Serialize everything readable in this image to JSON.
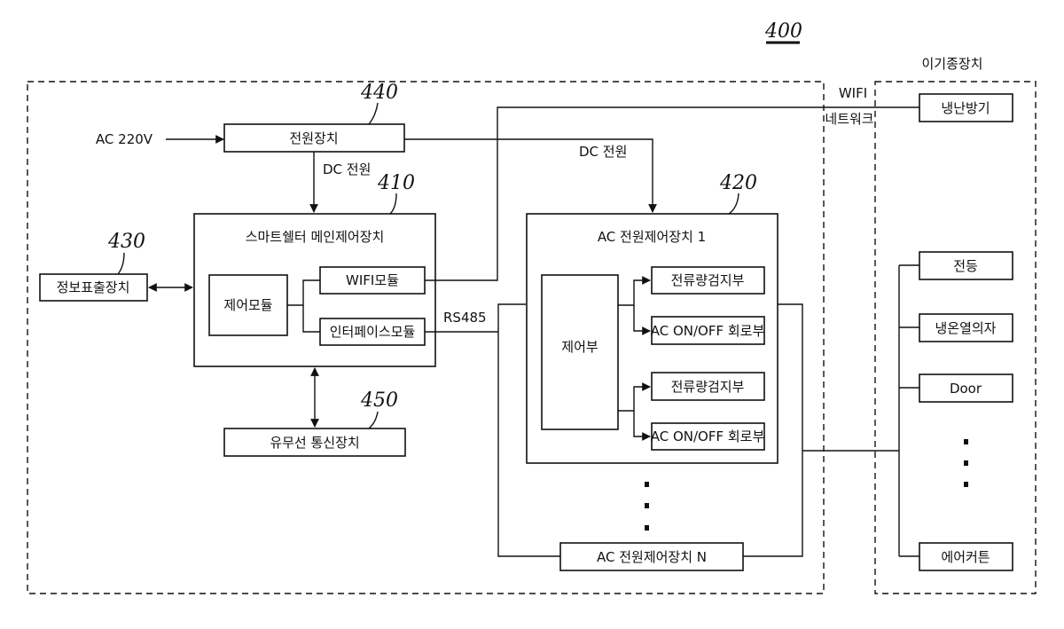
{
  "figure": {
    "number": "400",
    "external_title": "이기종장치",
    "labels": {
      "ac_in": "AC 220V",
      "dc1": "DC 전원",
      "dc2": "DC 전원",
      "rs485": "RS485",
      "wifi1": "WIFI",
      "wifi2": "네트워크",
      "dots": "⋮"
    },
    "refs": {
      "power": "440",
      "main": "410",
      "info": "430",
      "comm": "450",
      "acunit": "420"
    },
    "blocks": {
      "power": "전원장치",
      "main_title": "스마트쉘터 메인제어장치",
      "control_module": "제어모듈",
      "wifi_module": "WIFI모듈",
      "interface_module": "인터페이스모듈",
      "info_display": "정보표출장치",
      "comm": "유무선 통신장치",
      "ac1_title": "AC 전원제어장치 1",
      "control_unit": "제어부",
      "current1": "전류량검지부",
      "onoff1": "AC ON/OFF 회로부",
      "current2": "전류량검지부",
      "onoff2": "AC ON/OFF 회로부",
      "acN": "AC 전원제어장치 N"
    },
    "devices": {
      "hvac": "냉난방기",
      "light": "전등",
      "fridge": "냉온열의자",
      "door": "Door",
      "aircurtain": "에어커튼"
    }
  }
}
